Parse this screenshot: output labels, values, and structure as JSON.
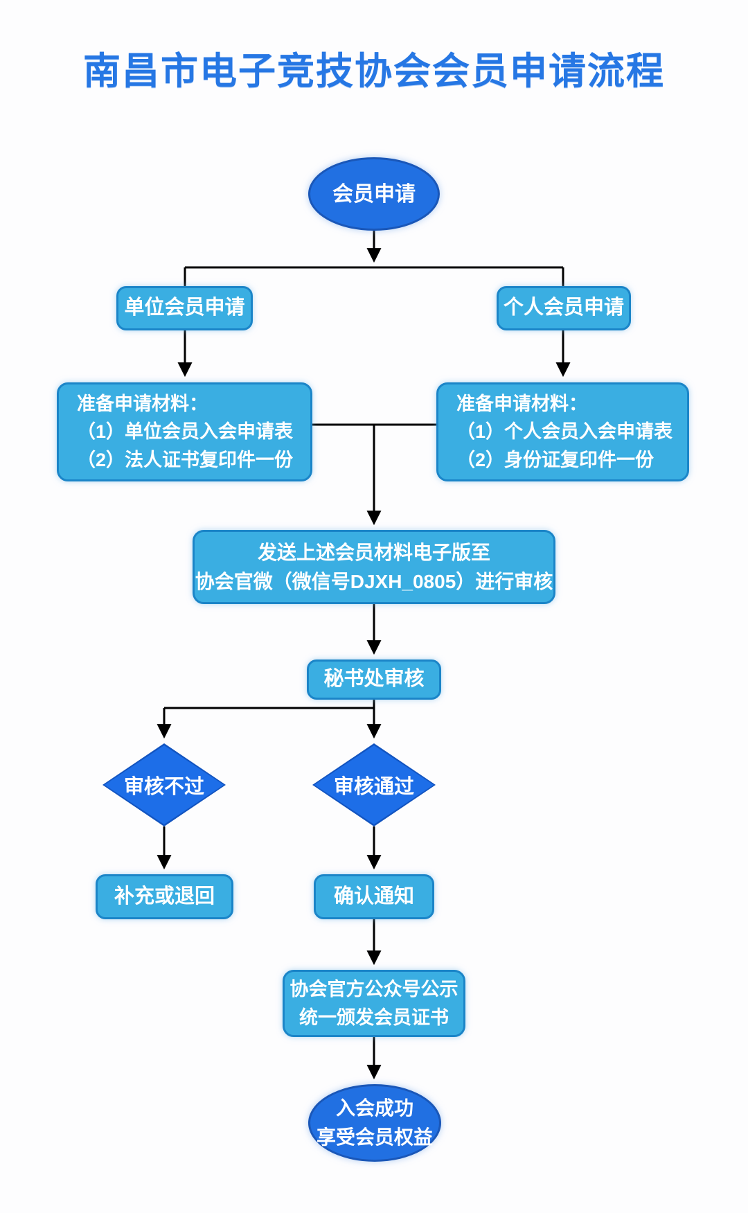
{
  "title": "南昌市电子竞技协会会员申请流程",
  "colors": {
    "title_text": "#2677E4",
    "terminal_fill": "#2170E2",
    "terminal_border": "#1A57B8",
    "process_fill": "#3AAEE2",
    "process_border": "#1B85C8",
    "decision_fill": "#1D6EE8",
    "node_text": "#FFFFFF",
    "connector": "#000000",
    "background": "#FDFDFE"
  },
  "nodes": {
    "start": {
      "label": "会员申请"
    },
    "unit_apply": {
      "label": "单位会员申请"
    },
    "personal_apply": {
      "label": "个人会员申请"
    },
    "unit_materials": {
      "line1": "准备申请材料：",
      "line2": "（1）单位会员入会申请表",
      "line3": "（2）法人证书复印件一份"
    },
    "personal_materials": {
      "line1": "准备申请材料：",
      "line2": "（1）个人会员入会申请表",
      "line3": "（2）身份证复印件一份"
    },
    "send_review": {
      "line1": "发送上述会员材料电子版至",
      "line2": "协会官微（微信号DJXH_0805）进行审核"
    },
    "secretariat_review": {
      "label": "秘书处审核"
    },
    "review_fail": {
      "label": "审核不过"
    },
    "review_pass": {
      "label": "审核通过"
    },
    "supplement_return": {
      "label": "补充或退回"
    },
    "confirm_notice": {
      "label": "确认通知"
    },
    "announce": {
      "line1": "协会官方公众号公示",
      "line2": "统一颁发会员证书"
    },
    "success": {
      "line1": "入会成功",
      "line2": "享受会员权益"
    }
  }
}
